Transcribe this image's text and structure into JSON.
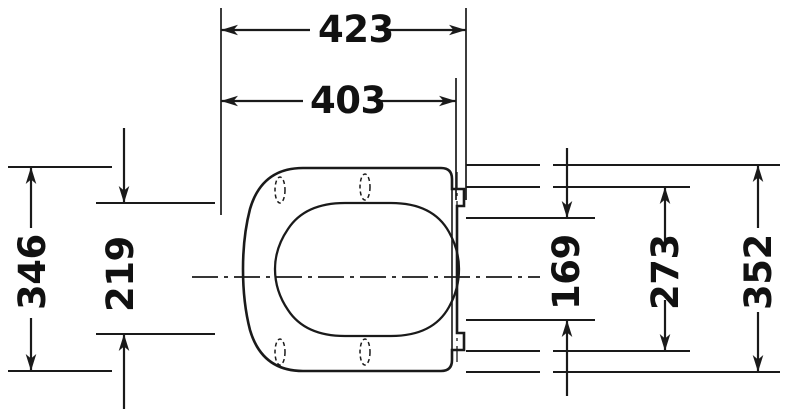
{
  "drawing": {
    "title": "Toilet seat plan view dimension drawing",
    "units": "mm",
    "line_color": "#1a1a1a",
    "background_color": "#ffffff",
    "dimensions": {
      "horizontal": [
        {
          "id": "dim-423",
          "value": "423",
          "label": "423",
          "orientation": "horizontal",
          "position": "top-outer"
        },
        {
          "id": "dim-403",
          "value": "403",
          "label": "403",
          "orientation": "horizontal",
          "position": "top-inner"
        }
      ],
      "vertical_left": [
        {
          "id": "dim-346",
          "value": "346",
          "label": "346",
          "orientation": "vertical",
          "position": "left-outer"
        },
        {
          "id": "dim-219",
          "value": "219",
          "label": "219",
          "orientation": "vertical",
          "position": "left-inner"
        }
      ],
      "vertical_right": [
        {
          "id": "dim-169",
          "value": "169",
          "label": "169",
          "orientation": "vertical",
          "position": "right-inner"
        },
        {
          "id": "dim-273",
          "value": "273",
          "label": "273",
          "orientation": "vertical",
          "position": "right-middle"
        },
        {
          "id": "dim-352",
          "value": "352",
          "label": "352",
          "orientation": "vertical",
          "position": "right-outer"
        }
      ]
    },
    "features": {
      "seat_outline": "rounded D-shape toilet seat outline",
      "seat_opening": "inner oval opening",
      "hinge_block": "right side hinge mounting block with notches",
      "bumpers": [
        {
          "id": "bumper-top-left"
        },
        {
          "id": "bumper-top-right"
        },
        {
          "id": "bumper-bottom-left"
        },
        {
          "id": "bumper-bottom-right"
        }
      ],
      "centerline": "horizontal dash-dot centerline"
    }
  }
}
